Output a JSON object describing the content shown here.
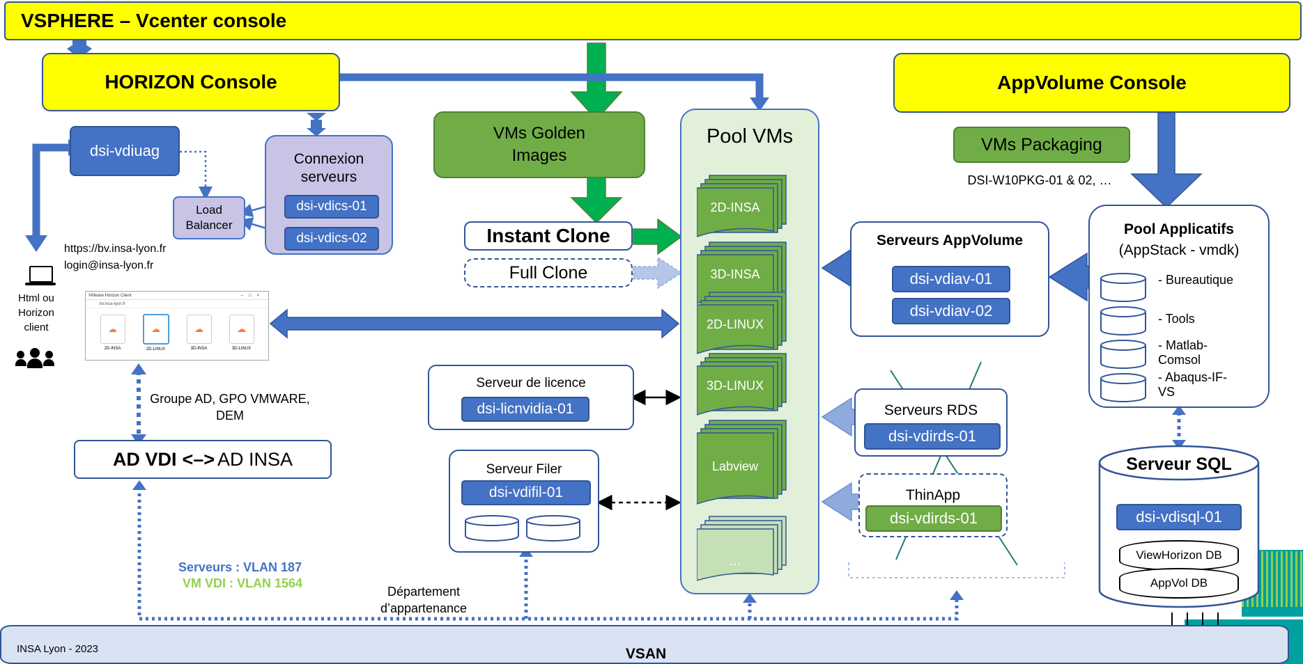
{
  "vsphere": {
    "title": "VSPHERE – Vcenter console"
  },
  "horizon": {
    "title": "HORIZON Console"
  },
  "appvolume_console": {
    "title": "AppVolume Console"
  },
  "uag": {
    "label": "dsi-vdiuag"
  },
  "load_balancer": {
    "label": "Load Balancer"
  },
  "connexion": {
    "title": "Connexion serveurs",
    "servers": [
      "dsi-vdics-01",
      "dsi-vdics-02"
    ]
  },
  "access": {
    "url": "https://bv.insa-lyon.fr",
    "login": "login@insa-lyon.fr",
    "client_label": "Html ou Horizon client"
  },
  "client_window": {
    "title": "VMware Horizon Client",
    "address": "bv.insa-lyon.fr",
    "pools": [
      "2D-INSA",
      "2D-LINUX",
      "3D-INSA",
      "3D-LINUX"
    ]
  },
  "golden_images": {
    "label": "VMs Golden Images"
  },
  "clones": {
    "instant": "Instant Clone",
    "full": "Full Clone"
  },
  "pool_vms": {
    "title": "Pool VMs",
    "stacks": [
      "2D-INSA",
      "3D-INSA",
      "2D-LINUX",
      "3D-LINUX",
      "Labview",
      "…"
    ]
  },
  "vms_packaging": {
    "label": "VMs Packaging",
    "note": "DSI-W10PKG-01 & 02, …"
  },
  "serveurs_appvolume": {
    "title": "Serveurs AppVolume",
    "servers": [
      "dsi-vdiav-01",
      "dsi-vdiav-02"
    ]
  },
  "pool_applicatifs": {
    "title": "Pool Applicatifs",
    "subtitle": "(AppStack - vmdk)",
    "items": [
      "- Bureautique",
      "- Tools",
      "- Matlab-Comsol",
      "- Abaqus-IF-VS"
    ]
  },
  "serveur_licence": {
    "title": "Serveur de licence",
    "server": "dsi-licnvidia-01"
  },
  "serveur_filer": {
    "title": "Serveur Filer",
    "server": "dsi-vdifil-01"
  },
  "serveurs_rds": {
    "title": "Serveurs RDS",
    "server": "dsi-vdirds-01"
  },
  "thinapp": {
    "title": "ThinApp",
    "server": "dsi-vdirds-01"
  },
  "ad_link": {
    "note": "Groupe AD, GPO VMWARE, DEM"
  },
  "ad_vdi": {
    "left": "AD VDI",
    "arrow": "<–>",
    "right": "AD INSA"
  },
  "sql": {
    "title": "Serveur SQL",
    "server": "dsi-vdisql-01",
    "dbs": [
      "ViewHorizon DB",
      "AppVol DB"
    ]
  },
  "vlans": {
    "servers": "Serveurs : VLAN 187",
    "vms": "VM VDI : VLAN 1564"
  },
  "departement": {
    "note": "Département d’appartenance"
  },
  "vsan": {
    "label": "VSAN"
  },
  "footer": {
    "text": "INSA Lyon - 2023"
  },
  "colors": {
    "yellow": "#ffff00",
    "blue": "#4472c4",
    "dark_blue": "#2f5597",
    "green": "#70ad47",
    "arrow_green": "#00b050",
    "light_green": "#e2f0d9",
    "lilac": "#c9c3e6",
    "teal": "#00a0a0",
    "vlan_green": "#92d050"
  }
}
